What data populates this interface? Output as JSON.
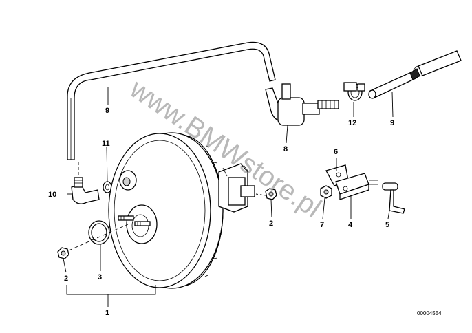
{
  "callouts": {
    "c1": "1",
    "c2a": "2",
    "c2b": "2",
    "c3": "3",
    "c4": "4",
    "c5": "5",
    "c6": "6",
    "c7": "7",
    "c8": "8",
    "c9a": "9",
    "c9b": "9",
    "c10": "10",
    "c11": "11",
    "c12": "12"
  },
  "watermark": "www.BMWstore.pl",
  "reference_number": "00004554"
}
